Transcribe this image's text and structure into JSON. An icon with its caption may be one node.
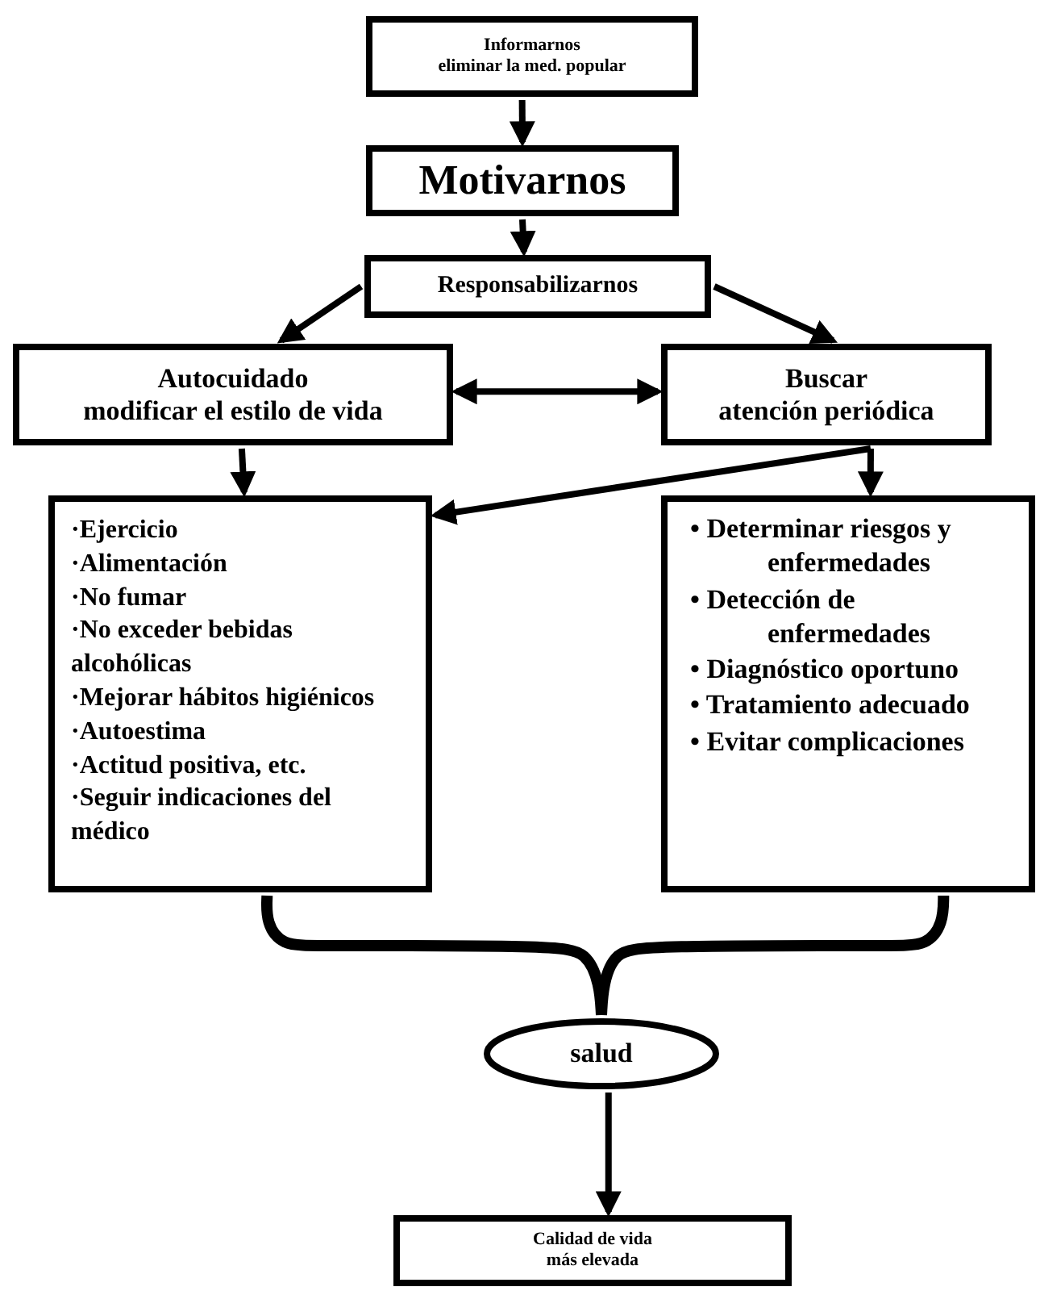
{
  "diagram": {
    "nodes": [
      {
        "text": [
          "Informarnos",
          "eliminar la med. popular"
        ]
      },
      {
        "text": [
          "Motivarnos"
        ]
      },
      {
        "text": [
          "Responsabilizarnos"
        ]
      },
      {
        "text": [
          "Autocuidado",
          "modificar el estilo de vida"
        ]
      },
      {
        "text": [
          "Buscar",
          "atención periódica"
        ]
      },
      {
        "text": [
          "·Ejercicio",
          "·Alimentación",
          "·No fumar",
          "·No exceder bebidas alcohólicas",
          "·Mejorar hábitos higiénicos",
          "·Autoestima",
          "·Actitud positiva, etc.",
          "·Seguir indicaciones del médico"
        ]
      },
      {
        "text": [
          "• Determinar riesgos y enfermedades",
          "• Detección de enfermedades",
          "• Diagnóstico oportuno",
          "• Tratamiento adecuado",
          "• Evitar complicaciones"
        ]
      },
      {
        "text": [
          "salud"
        ]
      },
      {
        "text": [
          "Calidad de vida",
          "más elevada"
        ]
      }
    ],
    "edges": [
      {
        "from": 0,
        "to": 1,
        "arrow": "to"
      },
      {
        "from": 1,
        "to": 2,
        "arrow": "to"
      },
      {
        "from": 2,
        "to": 3,
        "arrow": "to"
      },
      {
        "from": 2,
        "to": 4,
        "arrow": "to"
      },
      {
        "from": 3,
        "to": 4,
        "arrow": "both"
      },
      {
        "from": 3,
        "to": 5,
        "arrow": "to"
      },
      {
        "from": 4,
        "to": 6,
        "arrow": "to"
      },
      {
        "from": 4,
        "to": 5,
        "arrow": "to"
      },
      {
        "from": 5,
        "to": 7,
        "arrow": "none"
      },
      {
        "from": 6,
        "to": 7,
        "arrow": "none"
      },
      {
        "from": 7,
        "to": 8,
        "arrow": "to"
      }
    ]
  }
}
